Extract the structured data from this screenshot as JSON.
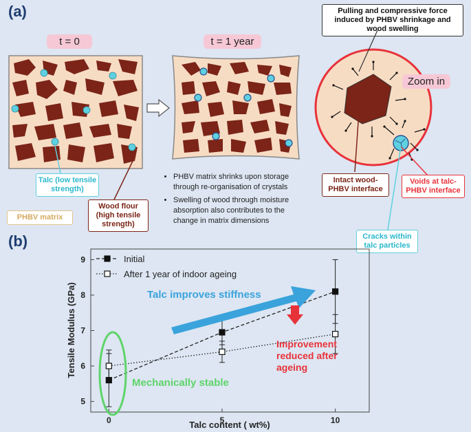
{
  "panel_a": {
    "label": "(a)",
    "t0_label": "t = 0",
    "t1_label": "t = 1 year",
    "zoom_label": "Zoom in",
    "force_caption": "Pulling and compressive force induced by PHBV shrinkage and wood swelling",
    "talc_box": "Talc (low tensile strength)",
    "wood_box": "Wood flour (high tensile strength)",
    "matrix_box": "PHBV matrix",
    "bullets": [
      "PHBV matrix shrinks upon storage through re-organisation of crystals",
      "Swelling of wood through moisture absorption also contributes to the change in matrix dimensions"
    ],
    "intact_box": "Intact wood-PHBV interface",
    "voids_box": "Voids at talc-PHBV interface",
    "cracks_box": "Cracks within talc particles",
    "colors": {
      "matrix": "#f7dcc4",
      "wood": "#7b2417",
      "talc": "#5fd0e0",
      "zoom_circle": "#e8323a"
    }
  },
  "panel_b": {
    "label": "(b)",
    "stiffness_note": "Talc improves stiffness",
    "reduced_note": "Improvement reduced after ageing",
    "stable_note": "Mechanically stable"
  },
  "chart_data": {
    "type": "line",
    "xlabel": "Talc content ( wt%)",
    "ylabel": "Tensile Modulus (GPa)",
    "x": [
      0,
      5,
      10
    ],
    "x_ticks": [
      "0",
      "5",
      "10"
    ],
    "y_ticks": [
      "5",
      "6",
      "7",
      "8",
      "9"
    ],
    "xlim": [
      -0.8,
      11.5
    ],
    "ylim": [
      4.7,
      9.3
    ],
    "legend_position": "top-left",
    "series": [
      {
        "name": "Initial",
        "values": [
          5.6,
          6.95,
          8.1
        ],
        "errors": [
          0.75,
          0.35,
          0.9
        ],
        "marker": "filled-square",
        "line": "dashed"
      },
      {
        "name": "After 1 year of indoor ageing",
        "values": [
          6.0,
          6.4,
          6.9
        ],
        "errors": [
          0.45,
          0.3,
          0.55
        ],
        "marker": "open-square",
        "line": "dotted"
      }
    ]
  }
}
